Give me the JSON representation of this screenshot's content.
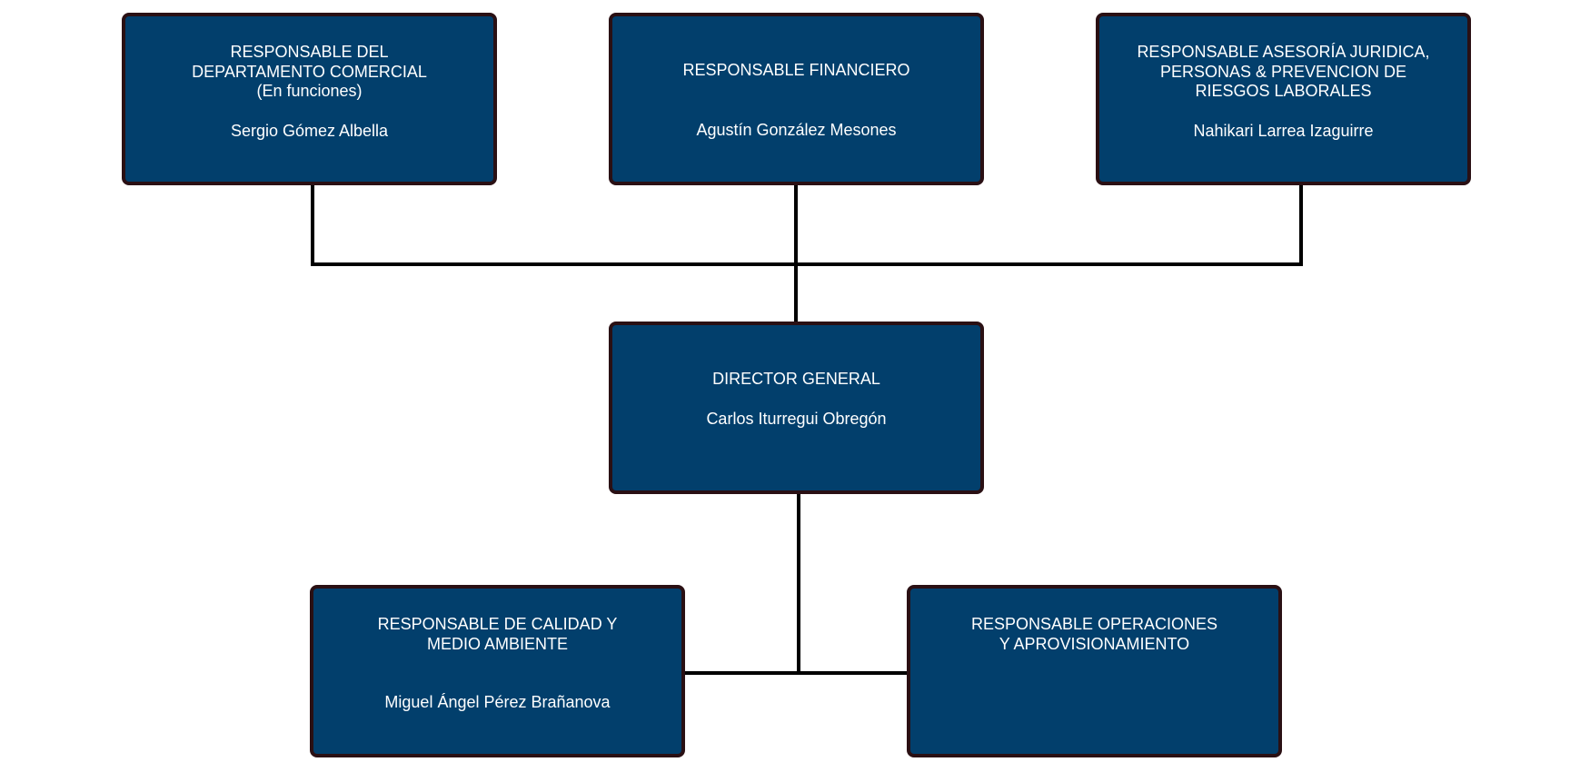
{
  "colors": {
    "box_fill": "#023f6c",
    "box_border": "#2a1014",
    "text": "#ffffff",
    "connector": "#000000"
  },
  "org_chart": {
    "commercial": {
      "title": "RESPONSABLE DEL\nDEPARTAMENTO COMERCIAL\n(En funciones)",
      "person": "Sergio Gómez Albella"
    },
    "finance": {
      "title": "RESPONSABLE FINANCIERO",
      "person": "Agustín González Mesones"
    },
    "legal": {
      "title": "RESPONSABLE ASESORÍA JURIDICA,\nPERSONAS & PREVENCION DE\nRIESGOS LABORALES",
      "person": "Nahikari Larrea Izaguirre"
    },
    "director": {
      "title": "DIRECTOR GENERAL",
      "person": "Carlos Iturregui Obregón"
    },
    "quality": {
      "title": "RESPONSABLE DE CALIDAD Y\nMEDIO AMBIENTE",
      "person": "Miguel Ángel Pérez Brañanova"
    },
    "operations": {
      "title": "RESPONSABLE OPERACIONES\nY APROVISIONAMIENTO",
      "person": ""
    }
  }
}
